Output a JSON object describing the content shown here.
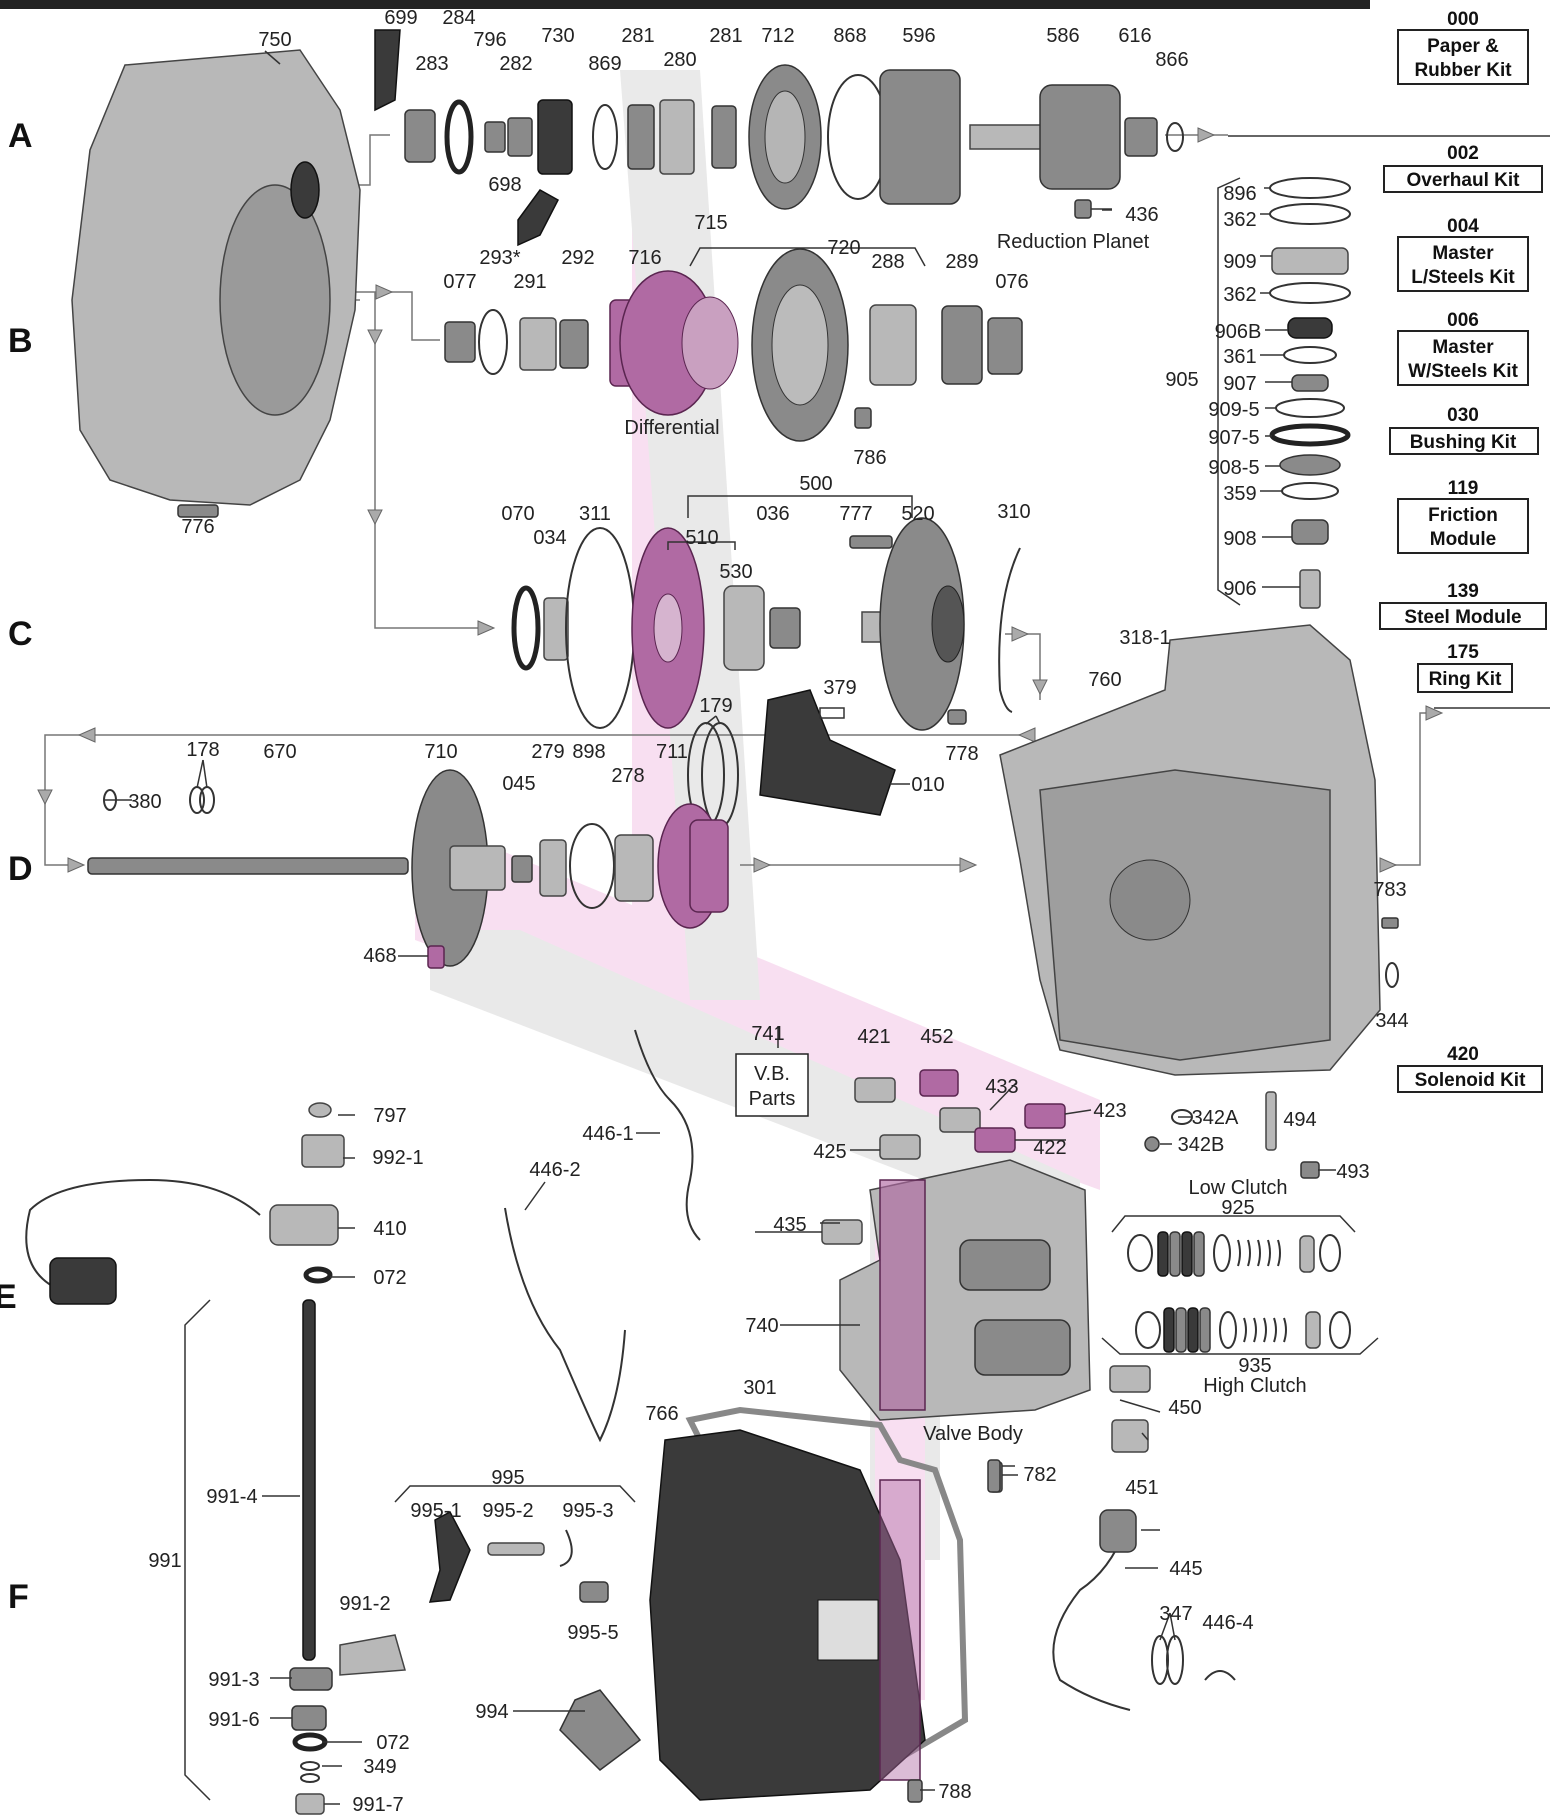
{
  "rows": {
    "a": "A",
    "b": "B",
    "c": "C",
    "d": "D",
    "e": "E",
    "f": "F"
  },
  "kits": [
    {
      "code": "000",
      "name_line1": "Paper &",
      "name_line2": "Rubber Kit"
    },
    {
      "code": "002",
      "name_line1": "Overhaul Kit",
      "name_line2": ""
    },
    {
      "code": "004",
      "name_line1": "Master",
      "name_line2": "L/Steels Kit"
    },
    {
      "code": "006",
      "name_line1": "Master",
      "name_line2": "W/Steels Kit"
    },
    {
      "code": "030",
      "name_line1": "Bushing Kit",
      "name_line2": ""
    },
    {
      "code": "119",
      "name_line1": "Friction",
      "name_line2": "Module"
    },
    {
      "code": "139",
      "name_line1": "Steel Module",
      "name_line2": ""
    },
    {
      "code": "175",
      "name_line1": "Ring Kit",
      "name_line2": ""
    },
    {
      "code": "420",
      "name_line1": "Solenoid Kit",
      "name_line2": ""
    }
  ],
  "captions": {
    "reduction_planet": "Reduction Planet",
    "differential": "Differential",
    "vb_parts_line1": "V.B.",
    "vb_parts_line2": "Parts",
    "low_clutch": "Low Clutch",
    "high_clutch": "High Clutch",
    "valve_body": "Valve Body"
  },
  "parts": {
    "p750": "750",
    "p699": "699",
    "p284": "284",
    "p283": "283",
    "p796": "796",
    "p282": "282",
    "p730": "730",
    "p869": "869",
    "p281a": "281",
    "p280": "280",
    "p281b": "281",
    "p712": "712",
    "p868": "868",
    "p596": "596",
    "p586": "586",
    "p616": "616",
    "p866": "866",
    "p436": "436",
    "p698": "698",
    "p715": "715",
    "p293": "293*",
    "p716": "716",
    "p720": "720",
    "p292": "292",
    "p077": "077",
    "p291": "291",
    "p288": "288",
    "p289": "289",
    "p076": "076",
    "p786": "786",
    "p776": "776",
    "p896": "896",
    "p362a": "362",
    "p909": "909",
    "p362b": "362",
    "p906b": "906B",
    "p361": "361",
    "p905": "905",
    "p907": "907",
    "p909_5": "909-5",
    "p907_5": "907-5",
    "p908_5": "908-5",
    "p359": "359",
    "p908": "908",
    "p906": "906",
    "p500": "500",
    "p070": "070",
    "p034": "034",
    "p311": "311",
    "p510": "510",
    "p036": "036",
    "p777": "777",
    "p520": "520",
    "p310": "310",
    "p530": "530",
    "p318_1": "318-1",
    "p760": "760",
    "p379": "379",
    "p179": "179",
    "p010": "010",
    "p778": "778",
    "p178": "178",
    "p670": "670",
    "p710": "710",
    "p279": "279",
    "p898": "898",
    "p045": "045",
    "p278": "278",
    "p711": "711",
    "p380": "380",
    "p468": "468",
    "p783": "783",
    "p344": "344",
    "p741": "741",
    "p421": "421",
    "p452": "452",
    "p433": "433",
    "p423": "423",
    "p422": "422",
    "p425": "425",
    "p446_1": "446-1",
    "p446_2": "446-2",
    "p342a": "342A",
    "p342b": "342B",
    "p494": "494",
    "p493": "493",
    "p925": "925",
    "p935": "935",
    "p435": "435",
    "p740": "740",
    "p450": "450",
    "p451": "451",
    "p797": "797",
    "p992_1": "992-1",
    "p410": "410",
    "p072a": "072",
    "p301": "301",
    "p766": "766",
    "p782": "782",
    "p991_4": "991-4",
    "p995": "995",
    "p995_1": "995-1",
    "p995_2": "995-2",
    "p995_3": "995-3",
    "p995_5": "995-5",
    "p991": "991",
    "p991_2": "991-2",
    "p445": "445",
    "p347": "347",
    "p446_4": "446-4",
    "p991_3": "991-3",
    "p991_6": "991-6",
    "p072b": "072",
    "p349": "349",
    "p994": "994",
    "p991_7": "991-7",
    "p788": "788"
  },
  "colors": {
    "watermark_pink": "#f4c6e6",
    "watermark_gray": "#d8d8d8",
    "ink": "#222222",
    "part_pink": "#b06aa3"
  }
}
